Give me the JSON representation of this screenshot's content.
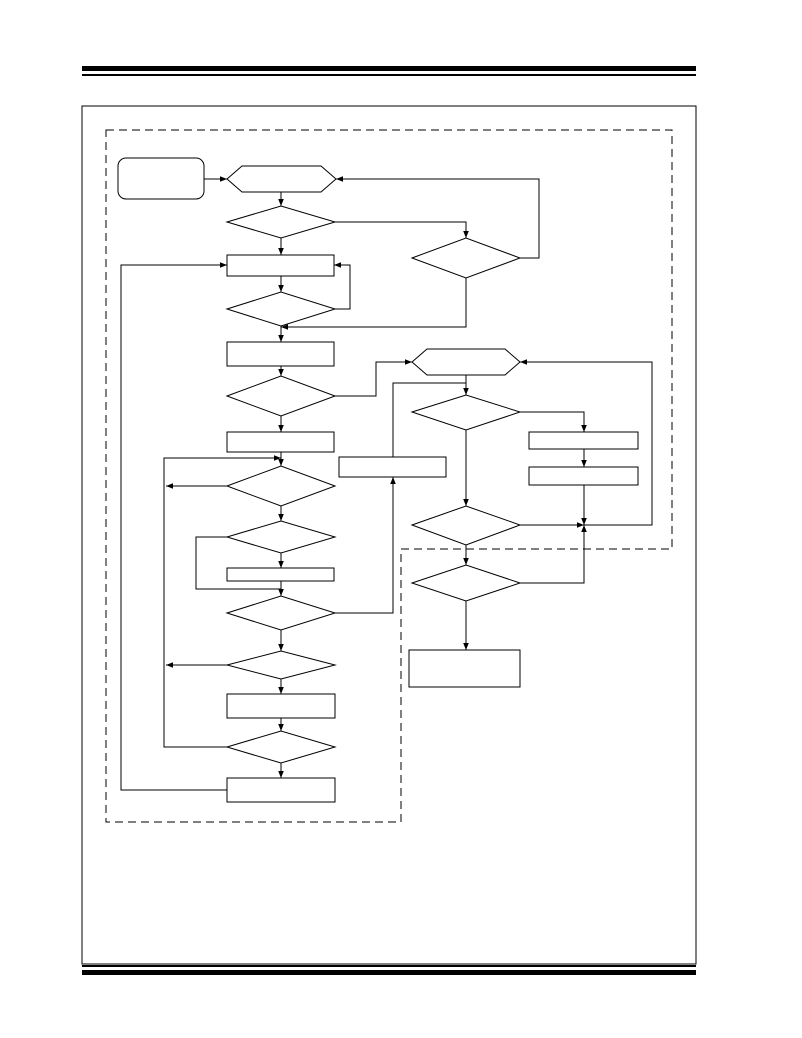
{
  "diagram": {
    "title": "",
    "caption": "",
    "line_color": "#000000",
    "background": "#ffffff",
    "dashed_regions": [
      "left-loop-region",
      "right-loop-region"
    ],
    "nodes": [
      {
        "id": "start",
        "shape": "rounded-rect",
        "label": ""
      },
      {
        "id": "prep-1",
        "shape": "hexagon",
        "label": ""
      },
      {
        "id": "decision-1",
        "shape": "diamond",
        "label": ""
      },
      {
        "id": "process-1",
        "shape": "rect",
        "label": ""
      },
      {
        "id": "decision-2",
        "shape": "diamond",
        "label": ""
      },
      {
        "id": "decision-r1",
        "shape": "diamond",
        "label": ""
      },
      {
        "id": "process-2",
        "shape": "rect",
        "label": ""
      },
      {
        "id": "decision-3",
        "shape": "diamond",
        "label": ""
      },
      {
        "id": "process-3",
        "shape": "rect",
        "label": ""
      },
      {
        "id": "decision-4",
        "shape": "diamond",
        "label": ""
      },
      {
        "id": "decision-5",
        "shape": "diamond",
        "label": ""
      },
      {
        "id": "process-4",
        "shape": "rect",
        "label": ""
      },
      {
        "id": "decision-6",
        "shape": "diamond",
        "label": ""
      },
      {
        "id": "decision-7",
        "shape": "diamond",
        "label": ""
      },
      {
        "id": "process-5",
        "shape": "rect",
        "label": ""
      },
      {
        "id": "decision-8",
        "shape": "diamond",
        "label": ""
      },
      {
        "id": "process-6",
        "shape": "rect",
        "label": ""
      },
      {
        "id": "process-mid",
        "shape": "rect",
        "label": ""
      },
      {
        "id": "prep-2",
        "shape": "hexagon",
        "label": ""
      },
      {
        "id": "decision-r2",
        "shape": "diamond",
        "label": ""
      },
      {
        "id": "process-r1",
        "shape": "rect",
        "label": ""
      },
      {
        "id": "process-r2",
        "shape": "rect",
        "label": ""
      },
      {
        "id": "decision-r3",
        "shape": "diamond",
        "label": ""
      },
      {
        "id": "decision-r4",
        "shape": "diamond",
        "label": ""
      },
      {
        "id": "end",
        "shape": "rect",
        "label": ""
      }
    ]
  }
}
